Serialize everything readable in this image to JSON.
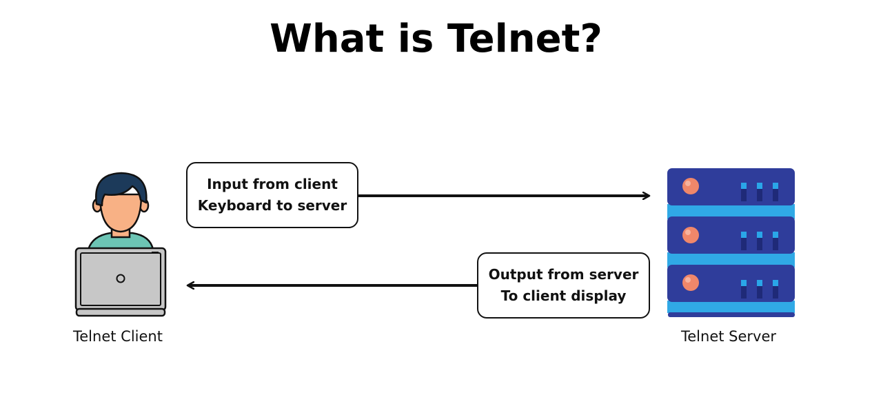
{
  "title": "What is Telnet?",
  "client": {
    "label": "Telnet Client",
    "icon": "person-with-laptop-icon"
  },
  "server": {
    "label": "Telnet Server",
    "icon": "server-rack-icon"
  },
  "flows": {
    "input": {
      "line1": "Input from client",
      "line2": "Keyboard to server",
      "direction": "client-to-server"
    },
    "output": {
      "line1": "Output from server",
      "line2": "To client display",
      "direction": "server-to-client"
    }
  },
  "colors": {
    "hair": "#1c3a5a",
    "skin": "#f8b185",
    "shirt": "#6cc4b4",
    "laptop": "#c7c7c7",
    "server_body": "#2f3d9b",
    "server_stripe": "#30a9e6",
    "server_button": "#f0876a",
    "server_led": "#2aa6e8"
  }
}
